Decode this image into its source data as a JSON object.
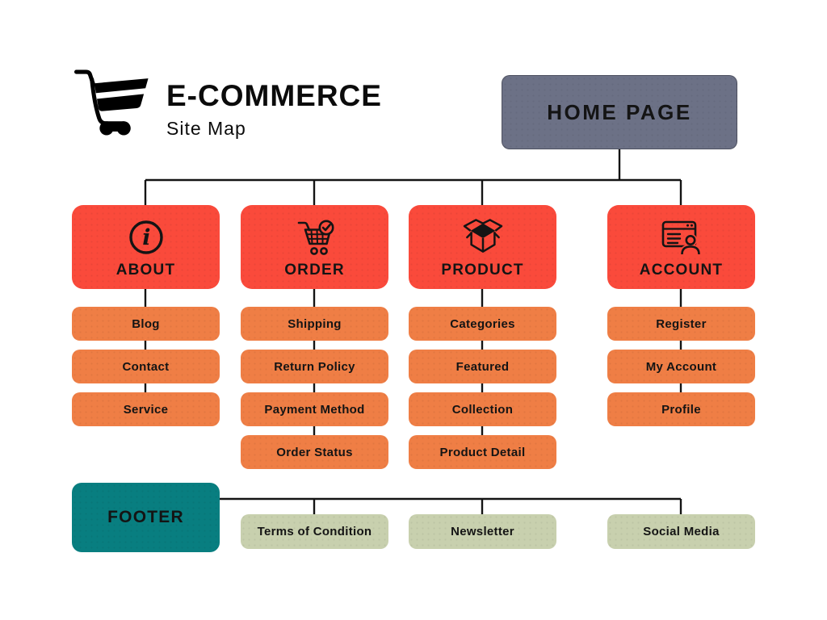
{
  "colors": {
    "red": "#FA4A3B",
    "orange": "#EF7E45",
    "teal": "#087E80",
    "sage": "#C8D0AE",
    "slate": "#6C7186",
    "line": "#141414",
    "background": "#FFFFFF"
  },
  "logo": {
    "icon": "shopping-cart-icon",
    "title": "E-COMMERCE",
    "subtitle": "Site Map"
  },
  "home": {
    "label": "HOME PAGE"
  },
  "categories": [
    {
      "label": "ABOUT",
      "icon": "info-icon",
      "children": [
        "Blog",
        "Contact",
        "Service"
      ]
    },
    {
      "label": "ORDER",
      "icon": "cart-check-icon",
      "children": [
        "Shipping",
        "Return Policy",
        "Payment Method",
        "Order Status"
      ]
    },
    {
      "label": "PRODUCT",
      "icon": "open-box-icon",
      "children": [
        "Categories",
        "Featured",
        "Collection",
        "Product Detail"
      ]
    },
    {
      "label": "ACCOUNT",
      "icon": "browser-user-icon",
      "children": [
        "Register",
        "My Account",
        "Profile"
      ]
    }
  ],
  "footer": {
    "label": "FOOTER",
    "children": [
      "Terms of Condition",
      "Newsletter",
      "Social Media"
    ]
  }
}
